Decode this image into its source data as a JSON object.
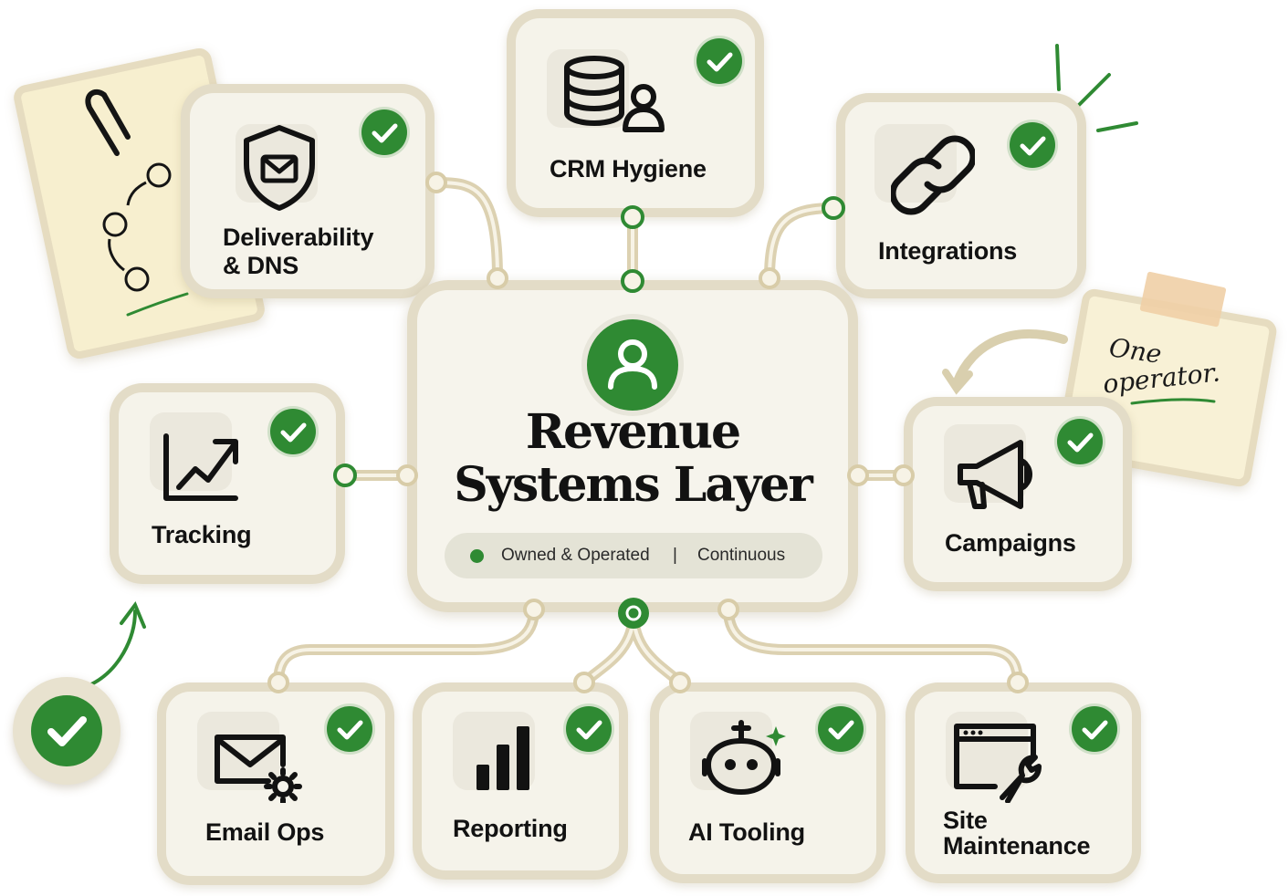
{
  "hub": {
    "title_line1": "Revenue",
    "title_line2": "Systems Layer",
    "status_left": "Owned & Operated",
    "status_separator": "|",
    "status_right": "Continuous"
  },
  "modules": {
    "crm_hygiene": "CRM Hygiene",
    "deliverability_line1": "Deliverability",
    "deliverability_line2": "& DNS",
    "integrations": "Integrations",
    "tracking": "Tracking",
    "campaigns": "Campaigns",
    "email_ops": "Email Ops",
    "reporting": "Reporting",
    "ai_tooling": "AI Tooling",
    "site_maintenance_line1": "Site",
    "site_maintenance_line2": "Maintenance"
  },
  "sticky_note": {
    "line1": "One",
    "line2": "operator."
  },
  "colors": {
    "accent_green": "#2f8a33",
    "card_bg": "#f5f3ea",
    "card_border": "#e3dcc7",
    "connector": "#dcd1b1"
  },
  "icons": [
    "database-user-icon",
    "shield-mail-icon",
    "link-icon",
    "trend-chart-icon",
    "megaphone-icon",
    "mail-gear-icon",
    "bar-chart-icon",
    "robot-icon",
    "browser-wrench-icon",
    "user-icon",
    "check-icon"
  ]
}
